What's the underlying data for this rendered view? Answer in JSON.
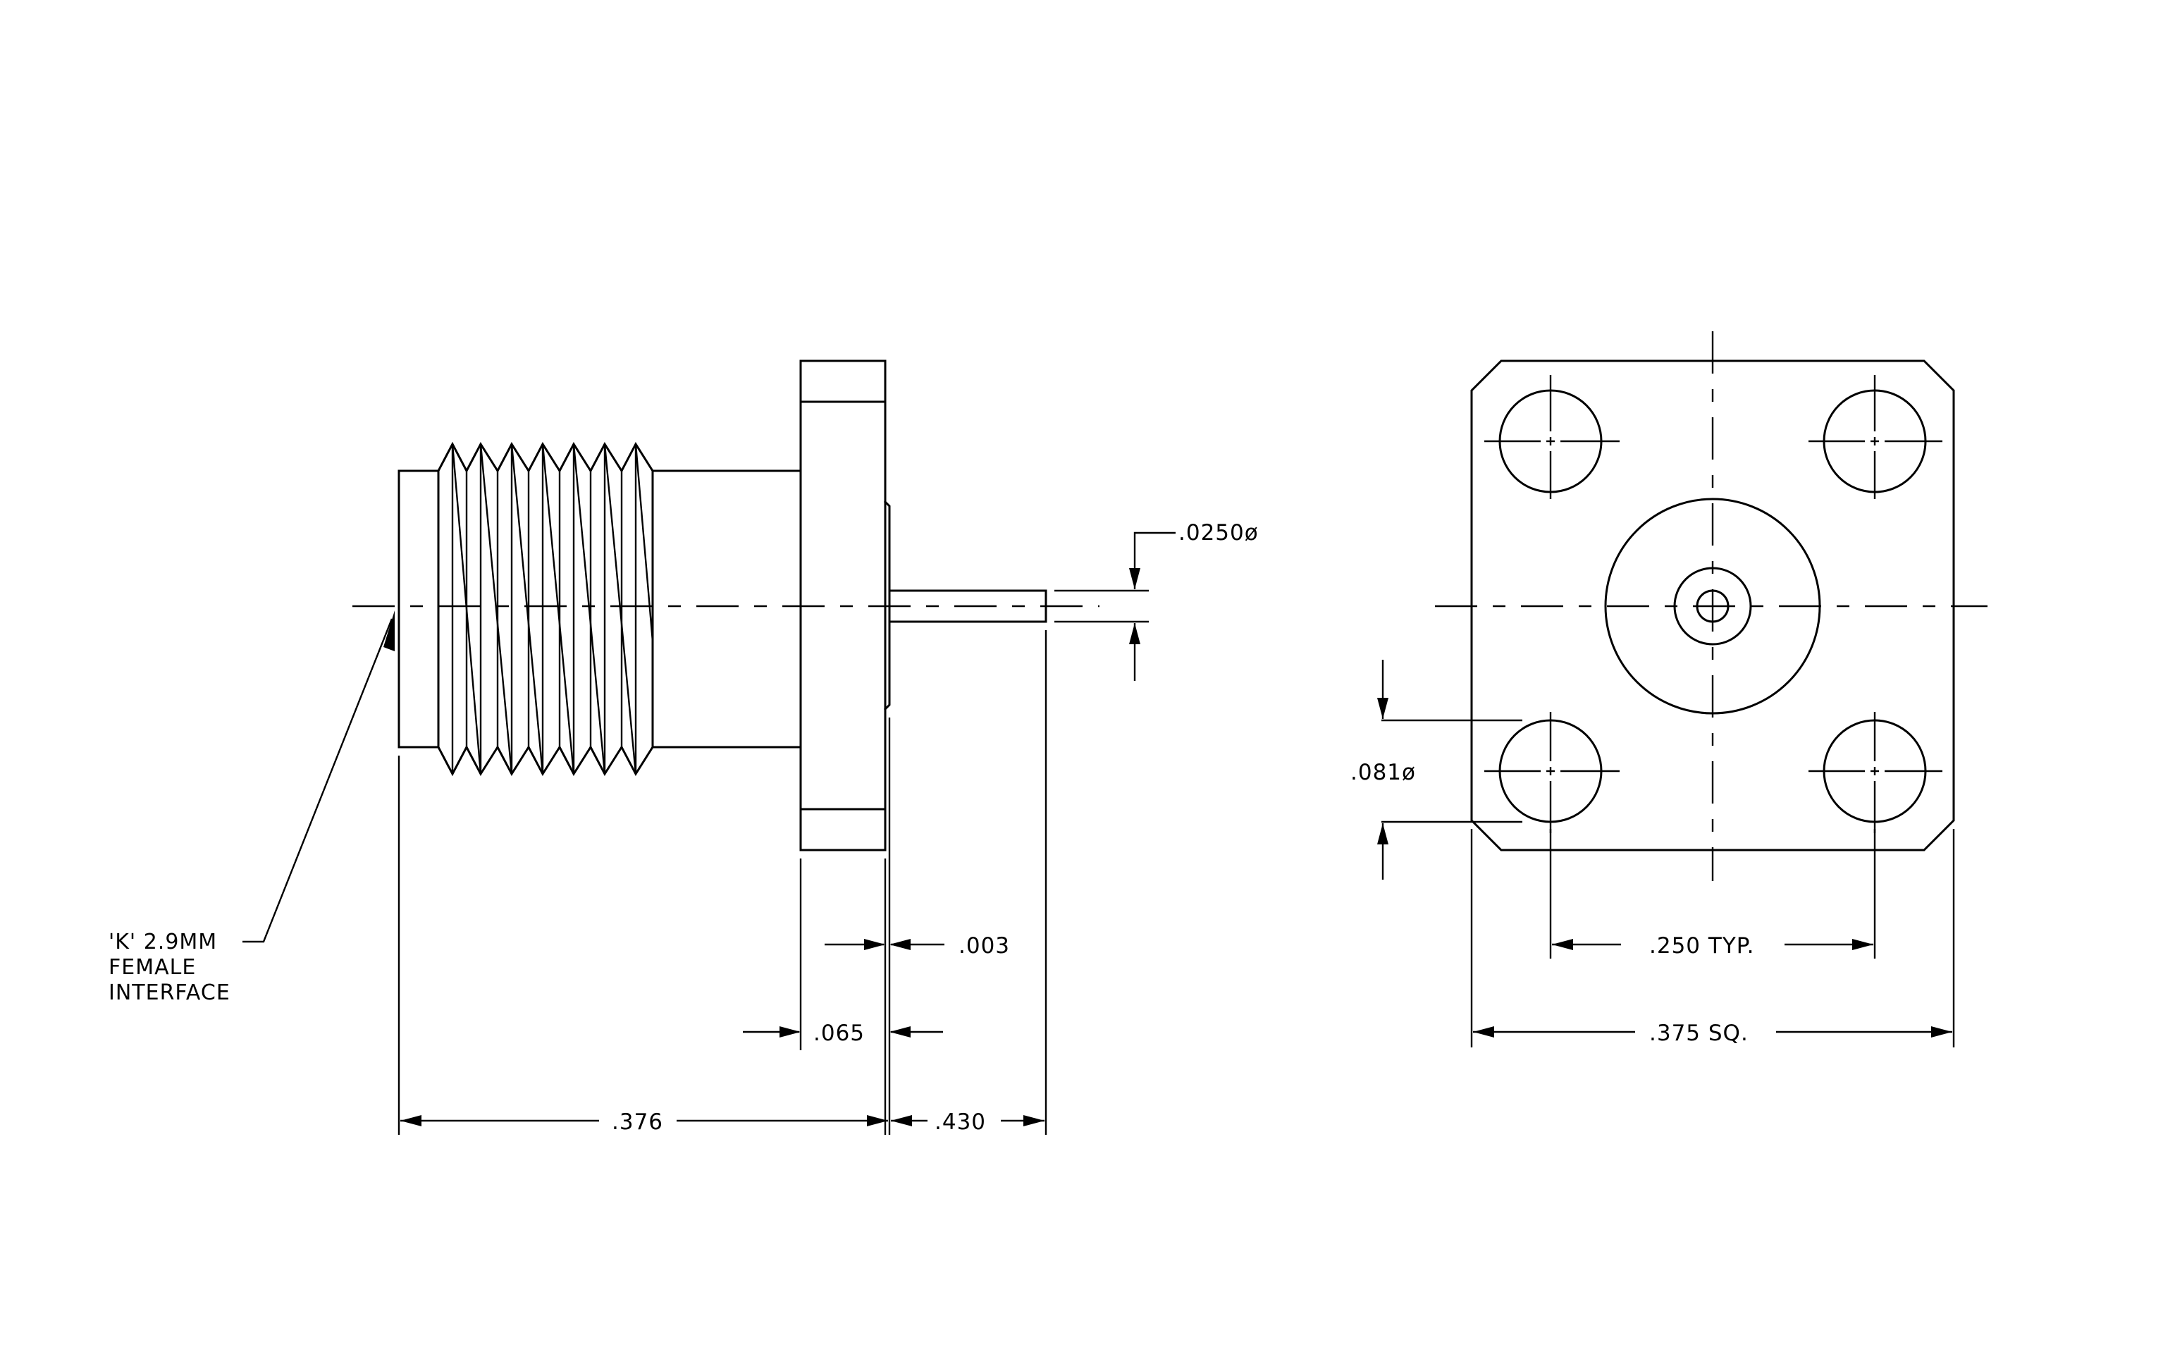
{
  "side_view": {
    "dims": {
      "pin_dia": ".0250ø",
      "flange_gap": ".003",
      "flange_thickness": ".065",
      "overall_body": ".376",
      "pin_length": ".430"
    },
    "note": {
      "line1": "'K' 2.9MM",
      "line2": "FEMALE",
      "line3": "INTERFACE"
    }
  },
  "front_view": {
    "dims": {
      "hole_dia": ".081ø",
      "hole_spacing": ".250 TYP.",
      "flange_square": ".375 SQ."
    }
  }
}
